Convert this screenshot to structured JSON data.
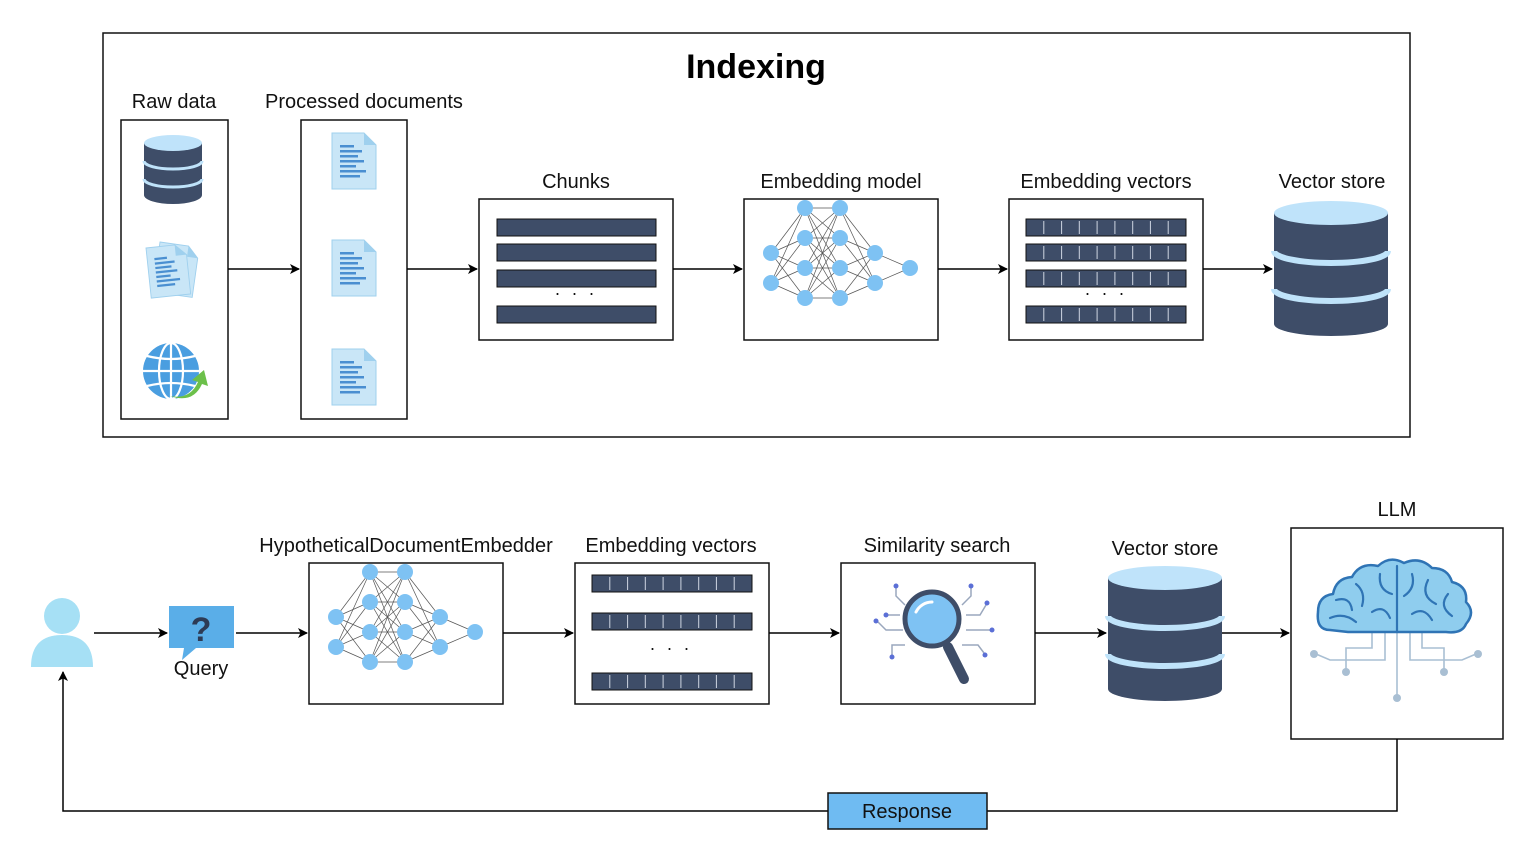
{
  "indexing": {
    "title": "Indexing",
    "raw_data_label": "Raw data",
    "processed_label": "Processed documents",
    "chunks_label": "Chunks",
    "embedding_model_label": "Embedding model",
    "embedding_vectors_label": "Embedding vectors",
    "vector_store_label": "Vector store",
    "ellipsis": "· · ·"
  },
  "retrieval": {
    "query_label": "Query",
    "hyde_label": "HypotheticalDocumentEmbedder",
    "embedding_vectors_label": "Embedding vectors",
    "similarity_label": "Similarity search",
    "vector_store_label": "Vector store",
    "llm_label": "LLM",
    "response_label": "Response",
    "ellipsis": "· · ·"
  },
  "colors": {
    "navy": "#3e4d68",
    "node_blue": "#7ec2f3",
    "light_blue": "#c9e6f7",
    "brain_blue": "#8fcdee",
    "user_blue": "#a6e0f5",
    "response_fill": "#6fbbf2"
  },
  "icons": [
    "database-icon",
    "documents-icon",
    "globe-icon",
    "document-icon",
    "neural-network-icon",
    "vector-store-icon",
    "user-icon",
    "question-bubble-icon",
    "magnifier-icon",
    "brain-icon"
  ]
}
